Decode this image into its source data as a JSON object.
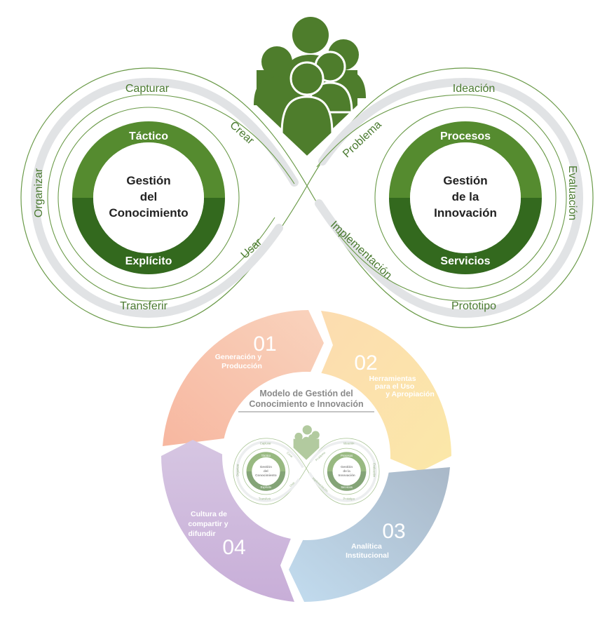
{
  "infinity": {
    "left": {
      "top_label": "Táctico",
      "bottom_label": "Explícito",
      "center_line1": "Gestión",
      "center_line2": "del",
      "center_line3": "Conocimiento"
    },
    "right": {
      "top_label": "Procesos",
      "bottom_label": "Servicios",
      "center_line1": "Gestión",
      "center_line2": "de la",
      "center_line3": "Innovación"
    },
    "path_labels": {
      "capturar": "Capturar",
      "crear": "Crear",
      "organizar": "Organizar",
      "usar": "Usar",
      "transferir": "Transferir",
      "ideacion": "Ideación",
      "problema": "Problema",
      "evaluacion": "Evaluación",
      "implementacion": "Implementación",
      "prototipo": "Prototipo"
    }
  },
  "cycle": {
    "title_line1": "Modelo de Gestión del",
    "title_line2": "Conocimiento e Innovación",
    "segments": [
      {
        "number": "01",
        "line1": "Generación y",
        "line2": "Producción",
        "line3": ""
      },
      {
        "number": "02",
        "line1": "Herramientas",
        "line2": "para el Uso",
        "line3": "y Apropiación"
      },
      {
        "number": "03",
        "line1": "Analítica",
        "line2": "Institucional",
        "line3": ""
      },
      {
        "number": "04",
        "line1": "Cultura de",
        "line2": "compartir y",
        "line3": "difundir"
      }
    ]
  },
  "colors": {
    "green_light": "#558b2f",
    "green_dark": "#33691e",
    "people": "#4e7d2c",
    "track": "#e0e2e4",
    "seg1": "#f5bfa8",
    "seg2": "#fbe2ad",
    "seg3": "#b5cde4",
    "seg4": "#cdb8da"
  }
}
